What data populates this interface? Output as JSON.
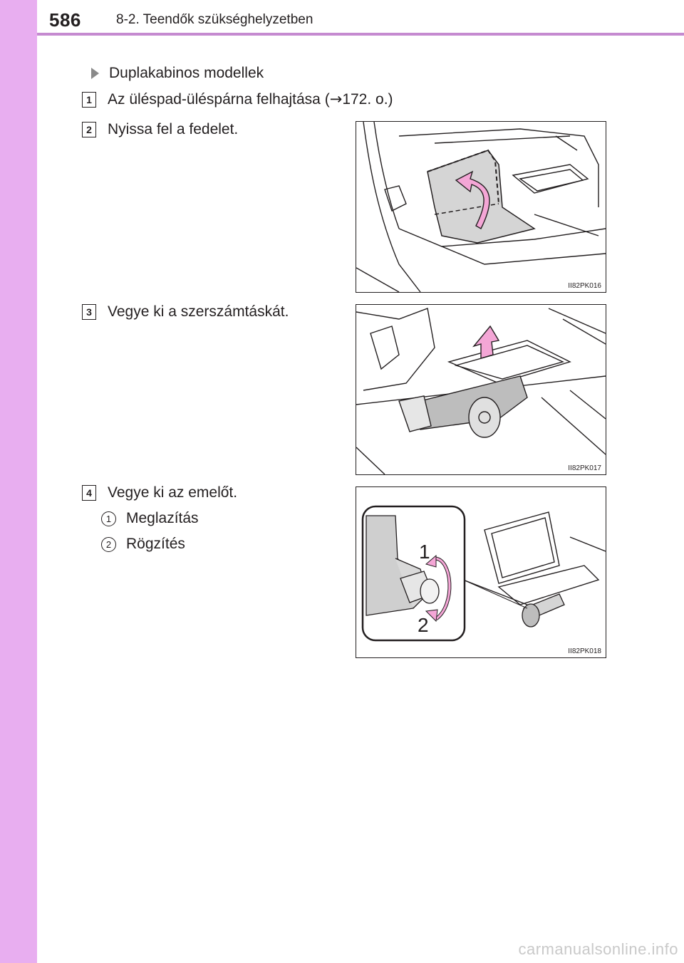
{
  "header": {
    "page_number": "586",
    "chapter": "8-2. Teendők szükséghelyzetben"
  },
  "section": {
    "bullet": "Duplakabinos modellek"
  },
  "steps": [
    {
      "num": "1",
      "text_before": "Az üléspad-üléspárna felhajtása (",
      "arrow": "→",
      "text_after": "172. o.)"
    },
    {
      "num": "2",
      "text": "Nyissa fel a fedelet."
    },
    {
      "num": "3",
      "text": "Vegye ki a szerszámtáskát."
    },
    {
      "num": "4",
      "text": "Vegye ki az emelőt."
    }
  ],
  "substeps": [
    {
      "num": "1",
      "text": "Meglazítás"
    },
    {
      "num": "2",
      "text": "Rögzítés"
    }
  ],
  "figures": [
    {
      "code": "II82PK016"
    },
    {
      "code": "II82PK017"
    },
    {
      "code": "II82PK018",
      "callout_1": "1",
      "callout_2": "2"
    }
  ],
  "watermark": "carmanualsonline.info",
  "colors": {
    "sidebar": "#e8aef0",
    "rule": "#c58ad0",
    "arrow_pink": "#f4a6d6"
  }
}
